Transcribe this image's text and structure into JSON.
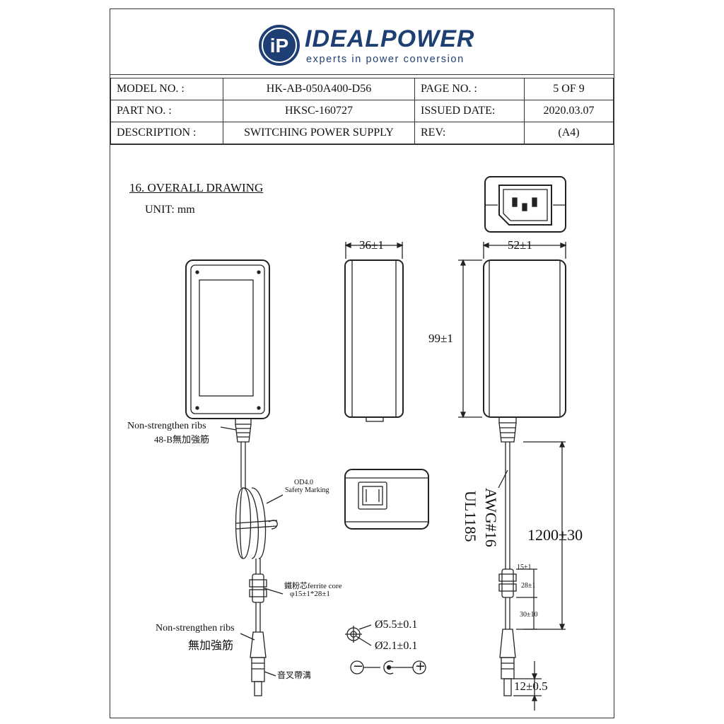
{
  "logo": {
    "badge_text": "iP",
    "brand_a": "IDEAL",
    "brand_b": "POWER",
    "tagline": "experts in power conversion",
    "brand_color": "#1e3f73"
  },
  "header": {
    "model_label": "MODEL  NO. :",
    "model_value": "HK-AB-050A400-D56",
    "page_label": "PAGE  NO. :",
    "page_value": "5   OF   9",
    "part_label": "PART NO. :",
    "part_value": "HKSC-160727",
    "issued_label": "ISSUED DATE:",
    "issued_value": "2020.03.07",
    "desc_label": "DESCRIPTION :",
    "desc_value": "SWITCHING POWER SUPPLY",
    "rev_label": "REV:",
    "rev_value": "(A4)"
  },
  "section": {
    "title": "16. OVERALL DRAWING",
    "unit": "UNIT:  mm"
  },
  "dimensions": {
    "depth": "36±1",
    "width": "52±1",
    "height": "99±1",
    "cable_length": "1200±30",
    "plug_length": "12±0.5",
    "d15": "15±1",
    "d28": "28±1",
    "d30": "30±10"
  },
  "labels": {
    "ribs_top_a": "Non-strengthen ribs",
    "ribs_top_b": "48-B無加強筋",
    "od": "OD4.0",
    "safety": "Safety Marking",
    "ferrite_a": "鐵粉芯ferrite core",
    "ferrite_b": "φ15±1*28±1",
    "ribs_bot_a": "Non-strengthen ribs",
    "ribs_bot_b": "無加強筋",
    "groove": "音叉帶溝",
    "outer_dia": "Ø5.5±0.1",
    "inner_dia": "Ø2.1±0.1",
    "awg": "AWG#16",
    "ul": "UL1185",
    "polarity_minus": "−",
    "polarity_plus": "+"
  }
}
